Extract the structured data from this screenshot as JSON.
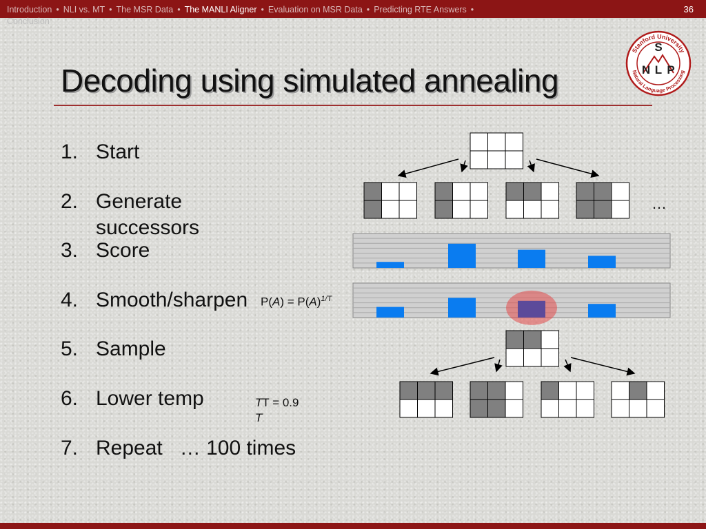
{
  "nav": {
    "items": [
      "Introduction",
      "NLI vs. MT",
      "The MSR Data",
      "The MANLI Aligner",
      "Evaluation on MSR Data",
      "Predicting RTE Answers"
    ],
    "active_index": 3,
    "separator": "•",
    "wrapped_item": "Conclusion",
    "page_number": "36"
  },
  "logo": {
    "top_text": "Stanford University",
    "bottom_text": "Natural Language Processing",
    "letters": [
      "S",
      "N",
      "L",
      "P"
    ],
    "color": "#b01b1b"
  },
  "title": "Decoding using simulated annealing",
  "steps": [
    {
      "num": "1.",
      "text": "Start"
    },
    {
      "num": "2.",
      "text": "Generate successors"
    },
    {
      "num": "3.",
      "text": "Score"
    },
    {
      "num": "4.",
      "text": "Smooth/sharpen"
    },
    {
      "num": "5.",
      "text": "Sample"
    },
    {
      "num": "6.",
      "text": "Lower temp"
    },
    {
      "num": "7.",
      "text": "Repeat   … 100 times"
    }
  ],
  "formula": {
    "prefix": "P(",
    "var": "A",
    "middle": ") = P(",
    "var2": "A",
    "suffix": ")",
    "exponent": "1/T"
  },
  "temp_update": {
    "line1": "T = 0.9 ",
    "glyph": "",
    "line2": "T"
  },
  "ellipsis": "…",
  "colors": {
    "accent": "#8c1515",
    "bar": "#0a7cf0",
    "cell_gray": "#808080",
    "highlight": "#e34a4a"
  },
  "score_bars": [
    0.2,
    0.8,
    0.6,
    0.4
  ],
  "smoothed_bars": [
    0.35,
    0.65,
    0.55,
    0.45
  ]
}
